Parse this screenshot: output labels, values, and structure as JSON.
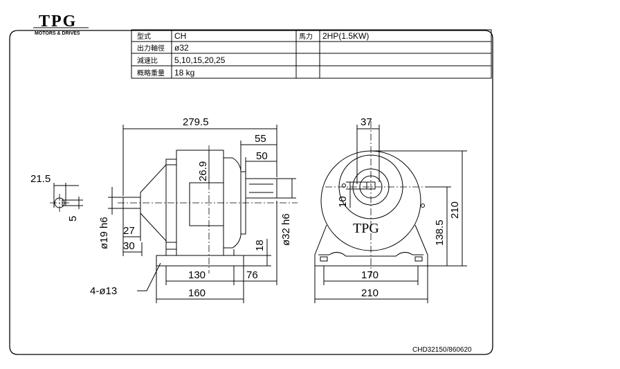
{
  "brand": {
    "logo_text": "TPG",
    "tagline": "MOTORS & DRIVES"
  },
  "spec_table": {
    "rows": [
      {
        "label": "型式",
        "value": "CH",
        "label2": "馬力",
        "value2": "2HP(1.5KW)"
      },
      {
        "label": "出力軸徑",
        "value": "ø32",
        "label2": "",
        "value2": ""
      },
      {
        "label": "減速比",
        "value": "5,10,15,20,25",
        "label2": "",
        "value2": ""
      },
      {
        "label": "概略重量",
        "value": "18 kg",
        "label2": "",
        "value2": ""
      }
    ]
  },
  "dimensions": {
    "overall_length": "279.5",
    "shaft_length_55": "55",
    "shaft_length_50": "50",
    "center_height_offset": "26.9",
    "key_width": "21.5",
    "key_depth": "5",
    "input_shaft_dia": "ø19 h6",
    "input_27": "27",
    "input_30": "30",
    "output_shaft_dia": "ø32 h6",
    "base_thickness": "18",
    "base_130": "130",
    "base_76": "76",
    "base_160": "160",
    "mount_holes": "4-ø13",
    "front_key": "37",
    "front_10": "10",
    "front_height_210": "210",
    "front_center_height": "138.5",
    "front_base_170": "170",
    "front_base_210": "210"
  },
  "front_view": {
    "label": "TPG"
  },
  "drawing_no": "CHD32150/860620"
}
